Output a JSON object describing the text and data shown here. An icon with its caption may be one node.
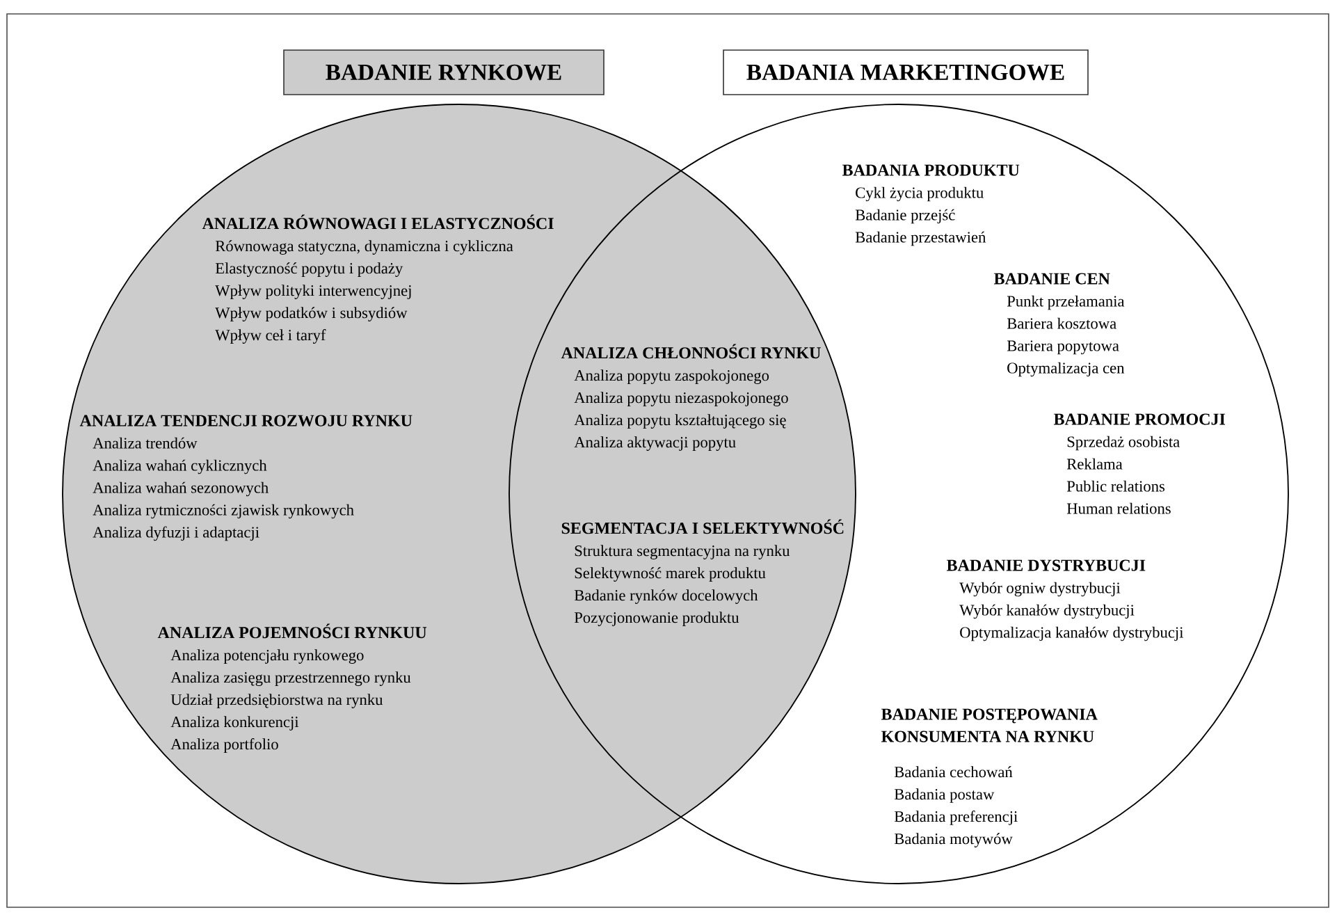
{
  "diagram": {
    "nodes": [
      {
        "text": [
          "BADANIE RYNKOWE"
        ]
      },
      {
        "text": [
          "BADANIA MARKETINGOWE"
        ]
      },
      {
        "text": [],
        "shape": "circle"
      },
      {
        "text": [],
        "shape": "circle"
      },
      {
        "text": [
          "ANALIZA RÓWNOWAGI I ELASTYCZNOŚCI",
          "Równowaga statyczna, dynamiczna i cykliczna",
          "Elastyczność popytu i podaży",
          "Wpływ polityki interwencyjnej",
          "Wpływ podatków i subsydiów",
          "Wpływ ceł i taryf"
        ],
        "in": 2
      },
      {
        "text": [
          "ANALIZA TENDENCJI ROZWOJU RYNKU",
          "Analiza trendów",
          "Analiza wahań cyklicznych",
          "Analiza wahań sezonowych",
          "Analiza rytmiczności zjawisk rynkowych",
          "Analiza dyfuzji i adaptacji"
        ],
        "in": 2
      },
      {
        "text": [
          "ANALIZA POJEMNOŚCI RYNKUU",
          "Analiza potencjału rynkowego",
          "Analiza zasięgu przestrzennego rynku",
          "Udział przedsiębiorstwa na rynku",
          "Analiza konkurencji",
          "Analiza portfolio"
        ],
        "in": 2
      },
      {
        "text": [
          "ANALIZA CHŁONNOŚCI RYNKU",
          "Analiza popytu zaspokojonego",
          "Analiza popytu niezaspokojonego",
          "Analiza popytu kształtującego się",
          "Analiza aktywacji popytu"
        ]
      },
      {
        "text": [
          "SEGMENTACJA I SELEKTYWNOŚĆ",
          "Struktura segmentacyjna na rynku",
          "Selektywność marek produktu",
          "Badanie rynków docelowych",
          "Pozycjonowanie produktu"
        ]
      },
      {
        "text": [
          "BADANIA PRODUKTU",
          "Cykl życia produktu",
          "Badanie przejść",
          "Badanie przestawień"
        ],
        "in": 3
      },
      {
        "text": [
          "BADANIE CEN",
          "Punkt przełamania",
          "Bariera kosztowa",
          "Bariera popytowa",
          "Optymalizacja cen"
        ],
        "in": 3
      },
      {
        "text": [
          "BADANIE PROMOCJI",
          "Sprzedaż osobista",
          "Reklama",
          "Public relations",
          "Human relations"
        ],
        "in": 3
      },
      {
        "text": [
          "BADANIE DYSTRYBUCJI",
          "Wybór ogniw dystrybucji",
          "Wybór kanałów dystrybucji",
          "Optymalizacja kanałów dystrybucji"
        ],
        "in": 3
      },
      {
        "text": [
          "BADANIE POSTĘPOWANIA KONSUMENTA NA RYNKU",
          "Badania cechowań",
          "Badania postaw",
          "Badania preferencji",
          "Badania motywów"
        ],
        "in": 3
      }
    ]
  }
}
